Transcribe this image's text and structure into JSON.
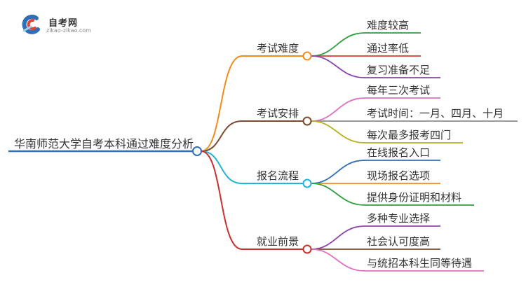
{
  "logo": {
    "title": "自考网",
    "subtitle": "zikao-zikao.com"
  },
  "root": {
    "label": "华南师范大学自考本科通过难度分析",
    "color": "#2e6fb8"
  },
  "branches": [
    {
      "label": "考试难度",
      "color": "#f08c1e",
      "leaves": [
        {
          "label": "难度较高",
          "color": "#2e9e3e"
        },
        {
          "label": "通过率低",
          "color": "#d83a2b"
        },
        {
          "label": "复习准备不足",
          "color": "#8e44ad"
        }
      ]
    },
    {
      "label": "考试安排",
      "color": "#7a4a32",
      "leaves": [
        {
          "label": "每年三次考试",
          "color": "#e070c0"
        },
        {
          "label": "考试时间：一月、四月、十月",
          "color": "#8c8c8c"
        },
        {
          "label": "每次最多报考四门",
          "color": "#b8b020"
        }
      ]
    },
    {
      "label": "报名流程",
      "color": "#22b3d6",
      "leaves": [
        {
          "label": "在线报名入口",
          "color": "#2e6fb8"
        },
        {
          "label": "现场报名选项",
          "color": "#f08c1e"
        },
        {
          "label": "提供身份证明和材料",
          "color": "#2e9e3e"
        }
      ]
    },
    {
      "label": "就业前景",
      "color": "#c8302b",
      "leaves": [
        {
          "label": "多种专业选择",
          "color": "#8e44ad"
        },
        {
          "label": "社会认可度高",
          "color": "#7a4a32"
        },
        {
          "label": "与统招本科生同等待遇",
          "color": "#e070c0"
        }
      ]
    }
  ]
}
